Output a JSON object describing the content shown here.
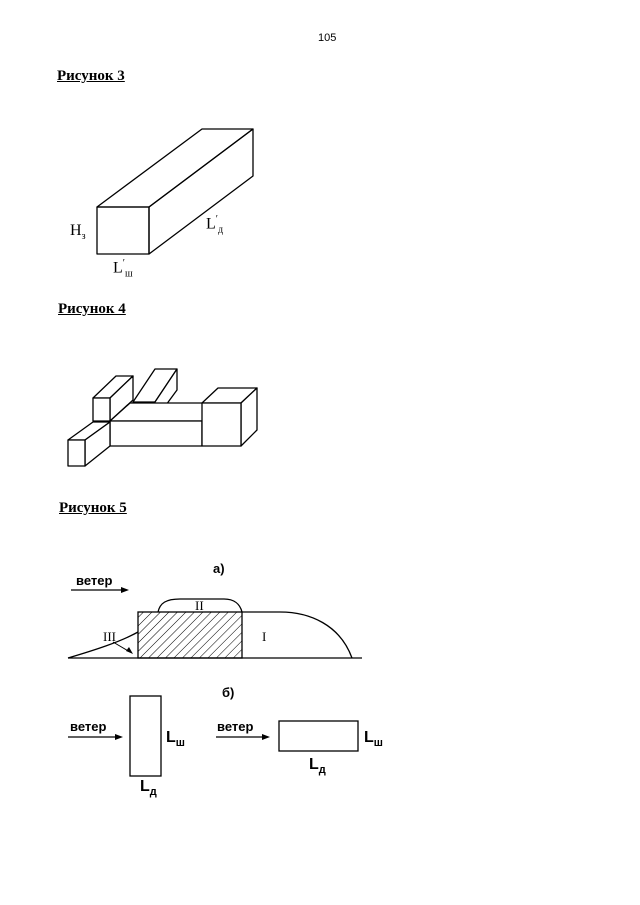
{
  "page_number": "105",
  "figures": [
    {
      "heading": "Рисунок 3",
      "labels": {
        "height": "H",
        "height_sub": "з",
        "length": "L",
        "length_sub": "д",
        "width": "L",
        "width_sub": "ш"
      }
    },
    {
      "heading": "Рисунок 4"
    },
    {
      "heading": "Рисунок 5",
      "panel_a": {
        "label": "а)",
        "wind": "ветер",
        "zone_1": "I",
        "zone_2": "II",
        "zone_3": "III"
      },
      "panel_b": {
        "label": "б)",
        "wind_left": "ветер",
        "wind_right": "ветер",
        "width_label": "L",
        "width_sub": "ш",
        "length_label": "L",
        "length_sub": "д"
      }
    }
  ]
}
